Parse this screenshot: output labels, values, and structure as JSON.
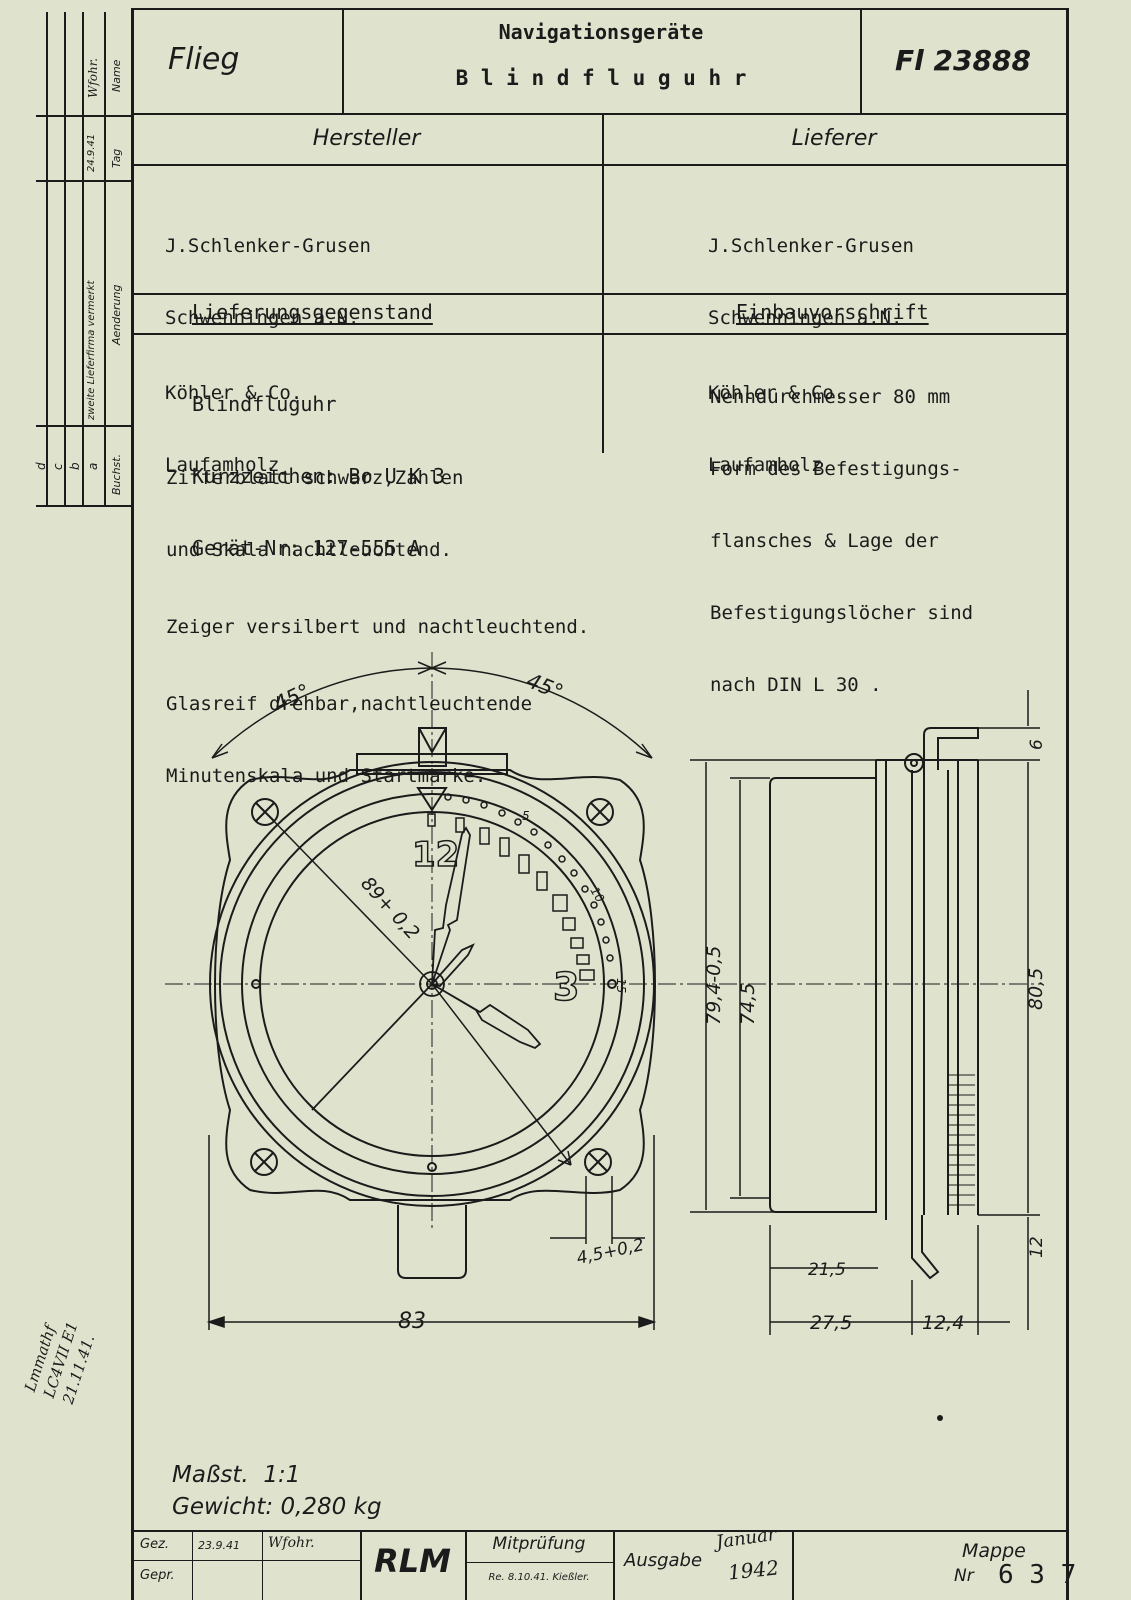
{
  "header": {
    "dept": "Flieg",
    "category": "Navigationsgeräte",
    "title": "B l i n d f l u g u h r",
    "number": "Fl 23888"
  },
  "revision_column": {
    "name_label": "Name",
    "tag_label": "Tag",
    "aenderung_label": "Aenderung",
    "buchst_label": "Buchst.",
    "name_value": "Wfohr.",
    "tag_value": "24.9.41",
    "aenderung_value": "zweite Lieferfirma vermerkt",
    "letters": [
      "d",
      "c",
      "b",
      "a"
    ]
  },
  "sections": {
    "hersteller_label": "Hersteller",
    "lieferer_label": "Lieferer",
    "hersteller_lines": [
      "J.Schlenker-Grusen",
      "Schwenningen a.N.",
      "Köhler & Co.",
      "Laufamholz"
    ],
    "lieferer_lines": [
      "J.Schlenker-Grusen",
      "Schwenningen a.N.",
      "Köhler & Co.",
      "Laufamholz"
    ],
    "gegenstand_label": "Lieferungsgegenstand",
    "einbau_label": "Einbauvorschrift",
    "gegenstand_lines": [
      "Blindfluguhr",
      "Kurzzeichen: Bo U K 3",
      "Gerät-Nr: 127-555 A"
    ],
    "description_lines": [
      "Zifferblatt schwarz,Zahlen",
      "und Skala nachtleuchtend.",
      "Zeiger versilbert und nachtleuchtend.",
      "Glasreif drehbar,nachtleuchtende",
      "Minutenskala und Startmarke."
    ],
    "einbau_lines": [
      "Nenndurchmesser 80 mm",
      "Form des Befestigungs-",
      "flansches & Lage der",
      "Befestigungslöcher sind",
      "nach DIN L 30 ."
    ]
  },
  "drawing": {
    "angle_left": "45°",
    "angle_right": "45°",
    "dim_diameter": "89+ 0,2",
    "dim_width": "83",
    "dim_hole": "4,5+0,2",
    "dim_h1": "79,4-0,5",
    "dim_h2": "74,5",
    "dim_h3": "80,5",
    "dim_top": "6",
    "dim_bottom": "12",
    "dim_d1": "21,5",
    "dim_d2": "27,5",
    "dim_d3": "12,4",
    "dial_12": "12",
    "dial_3": "3",
    "dial_5": "5",
    "dial_10": "10",
    "dial_15": "15"
  },
  "side_note": [
    "Lmmathf",
    "LC4VII E1",
    "21.11.41."
  ],
  "scale": {
    "massstab": "Maßst.  1:1",
    "gewicht": "Gewicht: 0,280 kg"
  },
  "footer": {
    "gez_label": "Gez.",
    "gez_date": "23.9.41",
    "gez_sign": "Wfohr.",
    "gepr_label": "Gepr.",
    "rlm": "RLM",
    "mitpruefung_label": "Mitprüfung",
    "mitpruefung_value": "Re. 8.10.41. Kießler.",
    "ausgabe_label": "Ausgabe",
    "ausgabe_month": "Januar",
    "ausgabe_year": "1942",
    "mappe_label": "Mappe",
    "nr_label": "Nr",
    "nr_value": "6 3 7"
  }
}
